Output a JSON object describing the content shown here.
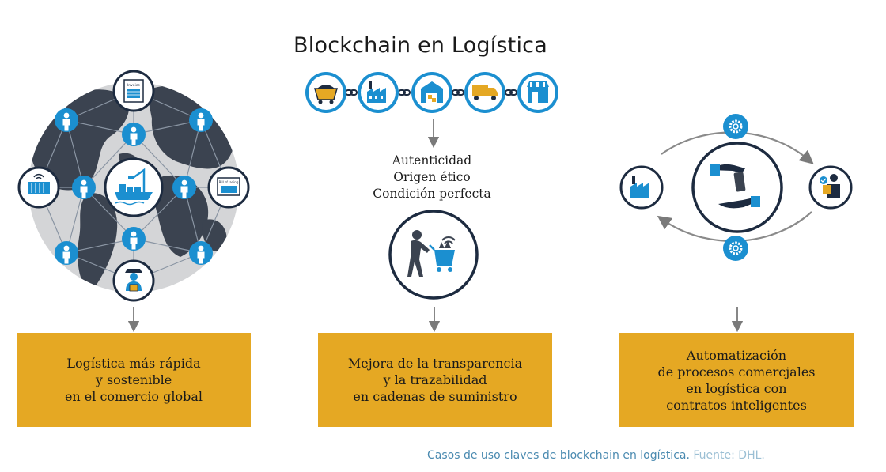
{
  "title": "Blockchain en Logística",
  "diagram": {
    "left_box": [
      "Logística más rápida",
      "y sostenible",
      "en el comercio global"
    ],
    "middle_labels": [
      "Autenticidad",
      "Origen ético",
      "Condición perfecta"
    ],
    "middle_box": [
      "Mejora de la transparencia",
      "y la trazabilidad",
      "en cadenas de suministro"
    ],
    "right_box": [
      "Automatización",
      "de procesos comercjales",
      "en logística con",
      "contratos inteligentes"
    ],
    "globe_doc_text": "Invoice",
    "globe_doc2_text": "Bill of lading"
  },
  "caption": {
    "text": "Casos de uso claves de blockchain en logística.",
    "source": "Fuente:  DHL."
  },
  "colors": {
    "accent_blue": "#1b8fd0",
    "navy": "#1d2b40",
    "gold": "#e5a823",
    "globe_land": "#3b4350",
    "globe_ocean": "#d4d5d7",
    "arrow_gray": "#7a7a7a"
  }
}
